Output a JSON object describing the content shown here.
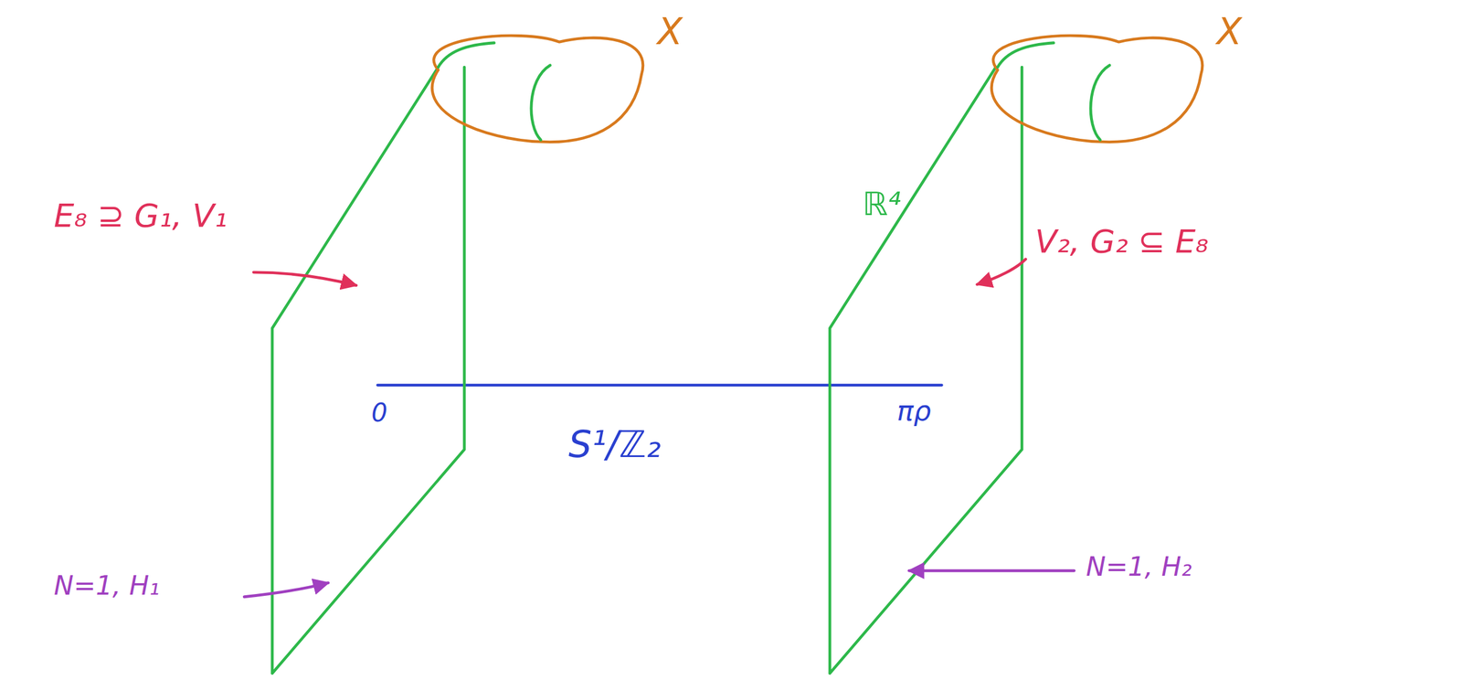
{
  "diagram": {
    "labels": [
      "X",
      "X",
      "E₈ ⊇ G₁, V₁",
      "ℝ⁴",
      "V₂, G₂ ⊆ E₈",
      "0",
      "πρ",
      "S¹/ℤ₂",
      "N=1, H₁",
      "N=1, H₂"
    ]
  }
}
